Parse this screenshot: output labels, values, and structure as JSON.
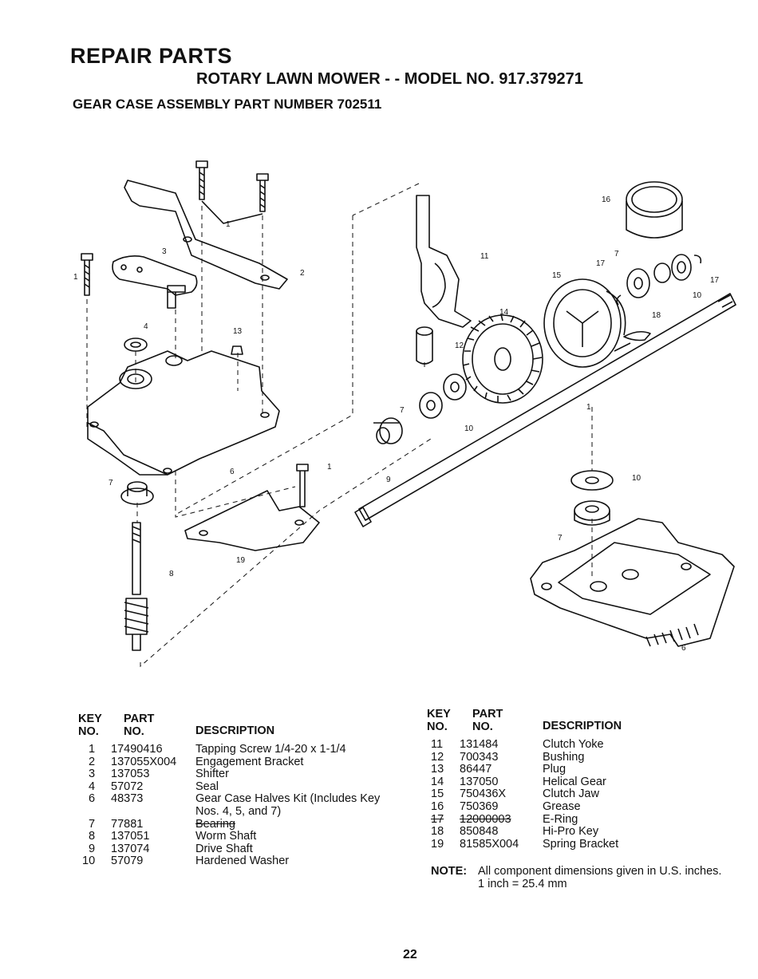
{
  "header": {
    "title": "REPAIR PARTS",
    "subtitle": "ROTARY LAWN MOWER - - MODEL NO. 917.379271",
    "assembly": "GEAR CASE ASSEMBLY PART NUMBER 702511"
  },
  "diagram": {
    "callouts": [
      "1",
      "2",
      "3",
      "1",
      "4",
      "13",
      "1",
      "7",
      "6",
      "19",
      "8",
      "11",
      "12",
      "14",
      "15",
      "16",
      "17",
      "7",
      "17",
      "10",
      "18",
      "7",
      "10",
      "9",
      "1",
      "10",
      "7",
      "6"
    ]
  },
  "table_headers": {
    "key_line1": "KEY",
    "key_line2": "NO.",
    "part_line1": "PART",
    "part_line2": "NO.",
    "description": "DESCRIPTION"
  },
  "parts_left": [
    {
      "key": "1",
      "part": "17490416",
      "desc": "Tapping Screw  1/4-20 x 1-1/4"
    },
    {
      "key": "2",
      "part": "137055X004",
      "desc": "Engagement Bracket"
    },
    {
      "key": "3",
      "part": "137053",
      "desc": "Shifter"
    },
    {
      "key": "4",
      "part": "57072",
      "desc": "Seal"
    },
    {
      "key": "6",
      "part": "48373",
      "desc": "Gear Case Halves Kit (Includes Key",
      "desc2": "Nos. 4, 5, and 7)"
    },
    {
      "key": "7",
      "part": "77881",
      "desc": "Bearing"
    },
    {
      "key": "8",
      "part": "137051",
      "desc": "Worm Shaft"
    },
    {
      "key": "9",
      "part": "137074",
      "desc": "Drive Shaft"
    },
    {
      "key": "10",
      "part": "57079",
      "desc": "Hardened Washer"
    }
  ],
  "parts_right": [
    {
      "key": "11",
      "part": "131484",
      "desc": "Clutch Yoke"
    },
    {
      "key": "12",
      "part": "700343",
      "desc": "Bushing"
    },
    {
      "key": "13",
      "part": "86447",
      "desc": "Plug"
    },
    {
      "key": "14",
      "part": "137050",
      "desc": "Helical Gear"
    },
    {
      "key": "15",
      "part": "750436X",
      "desc": "Clutch Jaw"
    },
    {
      "key": "16",
      "part": "750369",
      "desc": "Grease"
    },
    {
      "key": "17",
      "part": "12000003",
      "desc": "E-Ring"
    },
    {
      "key": "18",
      "part": "850848",
      "desc": "Hi-Pro Key"
    },
    {
      "key": "19",
      "part": "81585X004",
      "desc": "Spring Bracket"
    }
  ],
  "note": {
    "label": "NOTE:",
    "line1": "All component dimensions given in U.S. inches.",
    "line2": "1 inch = 25.4 mm"
  },
  "page_number": "22"
}
